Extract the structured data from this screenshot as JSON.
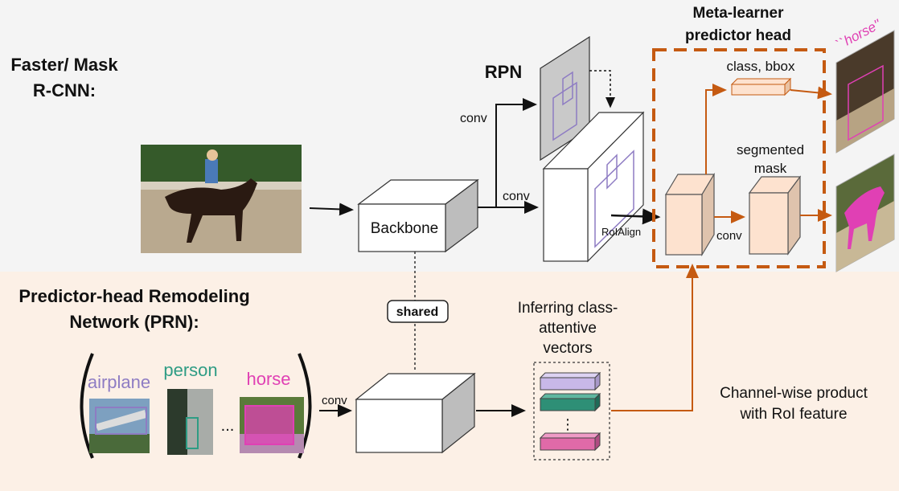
{
  "colors": {
    "top_band": "#f4f4f4",
    "bottom_band": "#fcf0e6",
    "orange": "#c55a11",
    "purple": "#8e7cc3",
    "teal": "#2e9c84",
    "magenta": "#e040b4",
    "peach": "#fde2cf",
    "lavender_vec": "#c8b8e8",
    "teal_vec": "#2e8f76",
    "pink_vec": "#e06aa8"
  },
  "labels": {
    "faster_mask_line1": "Faster/ Mask",
    "faster_mask_line2": "R-CNN:",
    "rpn": "RPN",
    "conv_top": "conv",
    "conv_mid": "conv",
    "conv_head": "conv",
    "conv_prn": "conv",
    "roialign": "RoIAlign",
    "backbone": "Backbone",
    "meta_line1": "Meta-learner",
    "meta_line2": "predictor head",
    "class_bbox": "class, bbox",
    "seg_line1": "segmented",
    "seg_line2": "mask",
    "horse_quote": "``horse''",
    "shared": "shared",
    "prn_line1": "Predictor-head Remodeling",
    "prn_line2": "Network (PRN):",
    "infer_line1": "Inferring class-",
    "infer_line2": "attentive",
    "infer_line3": "vectors",
    "channel_line1": "Channel-wise product",
    "channel_line2": "with RoI feature",
    "airplane": "airplane",
    "person": "person",
    "horse": "horse",
    "ellipsis": "...",
    "vec_dots": "⋮"
  }
}
